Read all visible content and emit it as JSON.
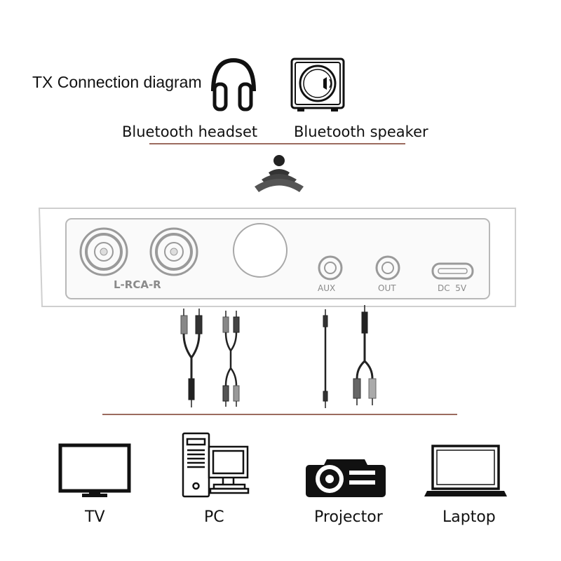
{
  "title": "TX Connection diagram",
  "top_devices": {
    "headset": {
      "label": "Bluetooth headset",
      "icon": "headphones-icon"
    },
    "speaker": {
      "label": "Bluetooth speaker",
      "icon": "speaker-icon"
    }
  },
  "wireless_icon": "wireless-signal-icon",
  "panel": {
    "rca_label": "L-RCA-R",
    "aux_label": "AUX",
    "out_label": "OUT",
    "dc_label": "DC  5V"
  },
  "bottom_devices": [
    {
      "label": "TV",
      "icon": "tv-icon"
    },
    {
      "label": "PC",
      "icon": "pc-icon"
    },
    {
      "label": "Projector",
      "icon": "projector-icon"
    },
    {
      "label": "Laptop",
      "icon": "laptop-icon"
    }
  ],
  "colors": {
    "divider": "#7a3a2a",
    "ink": "#111111",
    "panel": "#bdbdbd"
  }
}
